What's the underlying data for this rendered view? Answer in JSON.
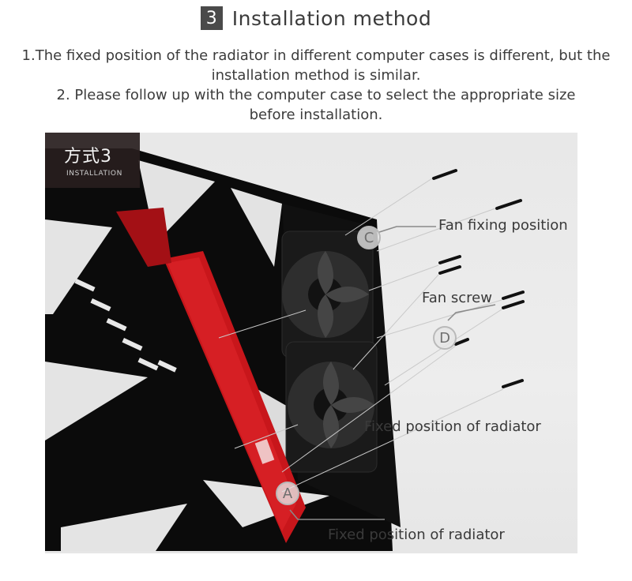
{
  "header": {
    "number": "3",
    "title": "Installation method"
  },
  "description": {
    "line1": "1.The fixed position of the radiator in different computer cases is different, but the installation method is similar.",
    "line2": "2. Please follow up with the computer case to select the appropriate size before installation."
  },
  "photo": {
    "badge_cn": "方式3",
    "badge_en": "INSTALLATION",
    "markers": {
      "a": "A",
      "c": "C",
      "d": "D"
    },
    "labels": {
      "fan_fixing": "Fan fixing position",
      "fan_screw": "Fan screw",
      "fixed_radiator_mid": "Fixed position of radiator",
      "fixed_radiator_bottom": "Fixed position of radiator"
    }
  },
  "colors": {
    "radiator_red": "#c8161b",
    "case_black": "#0b0b0b",
    "background_gray": "#e9e9e9"
  }
}
